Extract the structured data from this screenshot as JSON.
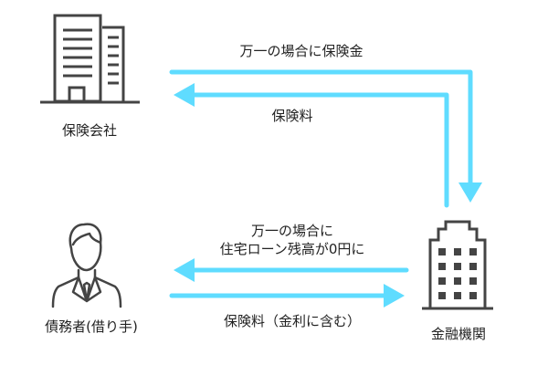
{
  "colors": {
    "arrow": "#5fdcff",
    "icon": "#444444",
    "text": "#222222",
    "background": "#ffffff"
  },
  "nodes": {
    "insurer": {
      "label": "保険会社",
      "icon": "office-building-icon"
    },
    "debtor": {
      "label": "債務者(借り手)",
      "icon": "businessman-icon"
    },
    "bank": {
      "label": "金融機関",
      "icon": "bank-building-icon"
    }
  },
  "flows": {
    "insurer_to_bank": {
      "label": "万一の場合に保険金"
    },
    "bank_to_insurer": {
      "label": "保険料"
    },
    "bank_to_debtor": {
      "line1": "万一の場合に",
      "line2": "住宅ローン残高が0円に"
    },
    "debtor_to_bank": {
      "label": "保険料（金利に含む）"
    }
  }
}
